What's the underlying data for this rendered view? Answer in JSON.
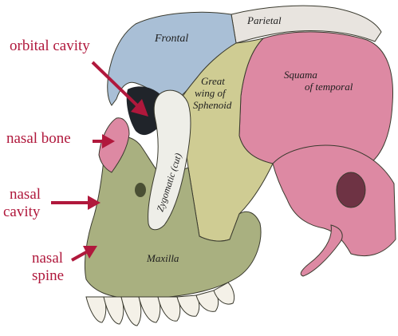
{
  "colors": {
    "callout_text": "#b0183c",
    "frontal": "#a9bfd6",
    "parietal": "#e8e4df",
    "sphenoid": "#cfcc93",
    "temporal": "#dd89a3",
    "maxilla": "#a9b080",
    "zygomatic": "#eeeee8",
    "teeth": "#f4f1e8",
    "outline": "#3a3a2e"
  },
  "callouts": {
    "orbital_cavity": "orbital cavity",
    "nasal_bone": "nasal bone",
    "nasal_cavity_line1": "nasal",
    "nasal_cavity_line2": "cavity",
    "nasal_spine_line1": "nasal",
    "nasal_spine_line2": "spine"
  },
  "bone_labels": {
    "frontal": "Frontal",
    "parietal": "Parietal",
    "great_wing_line1": "Great",
    "great_wing_line2": "wing of",
    "great_wing_line3": "Sphenoid",
    "squama_line1": "Squama",
    "squama_line2": "of temporal",
    "zygomatic": "Zygomatic (cut)",
    "maxilla": "Maxilla"
  }
}
